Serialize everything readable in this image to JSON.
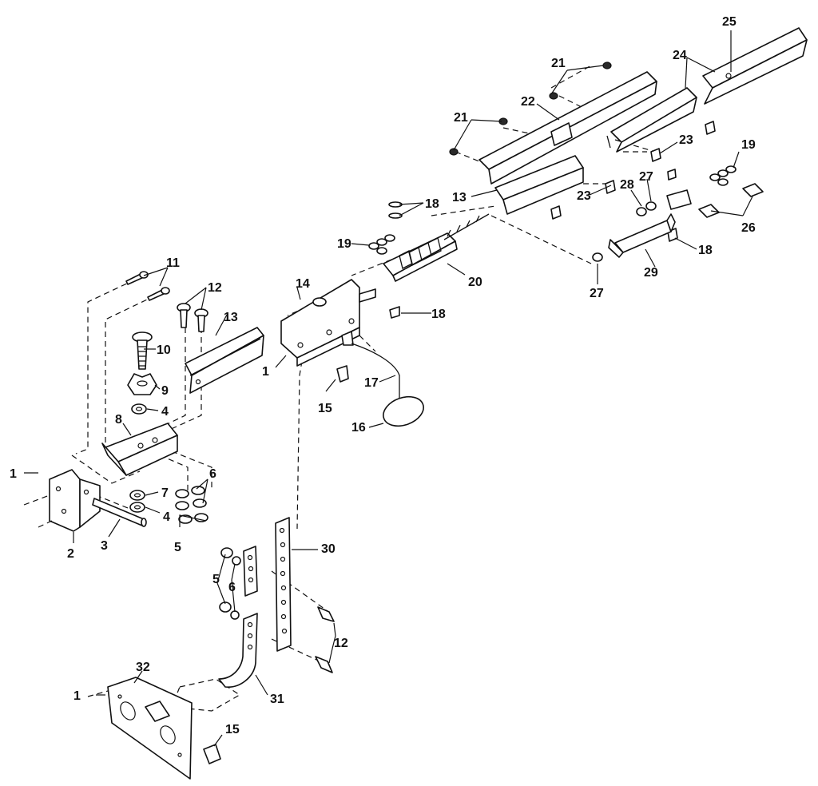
{
  "callouts": {
    "c1a": "1",
    "c1b": "1",
    "c1c": "1",
    "c2": "2",
    "c3": "3",
    "c4a": "4",
    "c4b": "4",
    "c5a": "5",
    "c5b": "5",
    "c6a": "6",
    "c6b": "6",
    "c7": "7",
    "c8": "8",
    "c9": "9",
    "c10": "10",
    "c11": "11",
    "c12a": "12",
    "c12b": "12",
    "c13a": "13",
    "c13b": "13",
    "c14": "14",
    "c15a": "15",
    "c15b": "15",
    "c16": "16",
    "c17": "17",
    "c18a": "18",
    "c18b": "18",
    "c18c": "18",
    "c19a": "19",
    "c19b": "19",
    "c20": "20",
    "c21a": "21",
    "c21b": "21",
    "c22": "22",
    "c23a": "23",
    "c23b": "23",
    "c24": "24",
    "c25": "25",
    "c26": "26",
    "c27a": "27",
    "c27b": "27",
    "c28": "28",
    "c29": "29",
    "c30": "30",
    "c31": "31",
    "c32": "32"
  },
  "colors": {
    "ink": "#111111",
    "paper": "#ffffff"
  }
}
